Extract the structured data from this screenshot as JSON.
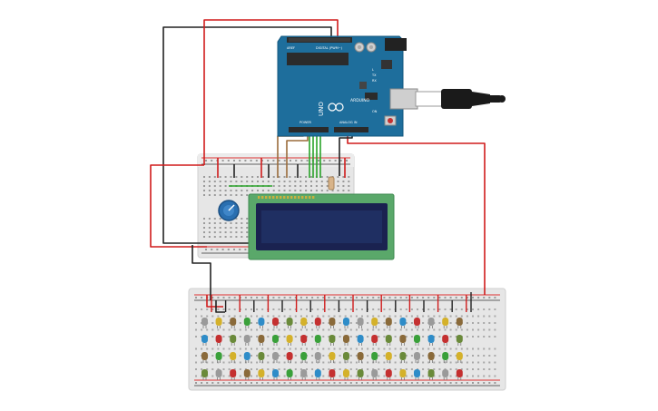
{
  "board": {
    "label_uno": "UNO",
    "label_arduino": "ARDUINO",
    "label_digital": "DIGITAL (PWM~)",
    "label_analog": "ANALOG IN",
    "label_power": "POWER",
    "label_tx": "TX",
    "label_rx": "RX",
    "label_l": "L",
    "label_on": "ON",
    "label_aref": "AREF"
  },
  "colors": {
    "arduino_blue": "#1e6e9c",
    "breadboard": "#e4e4e4",
    "lcd_green": "#5aa86a",
    "lcd_screen": "#1c2a55",
    "wire_red": "#d01c1c",
    "wire_black": "#222222",
    "wire_green": "#29a329",
    "wire_brown": "#9a6b3a",
    "pot_blue": "#2a6fb0"
  },
  "led_palette": [
    "#2e8cc8",
    "#3aa03a",
    "#d4b12a",
    "#8a6a3a",
    "#9a9a9a",
    "#c43030",
    "#6a8a3a"
  ],
  "led_rows": 4,
  "led_cols": 19
}
